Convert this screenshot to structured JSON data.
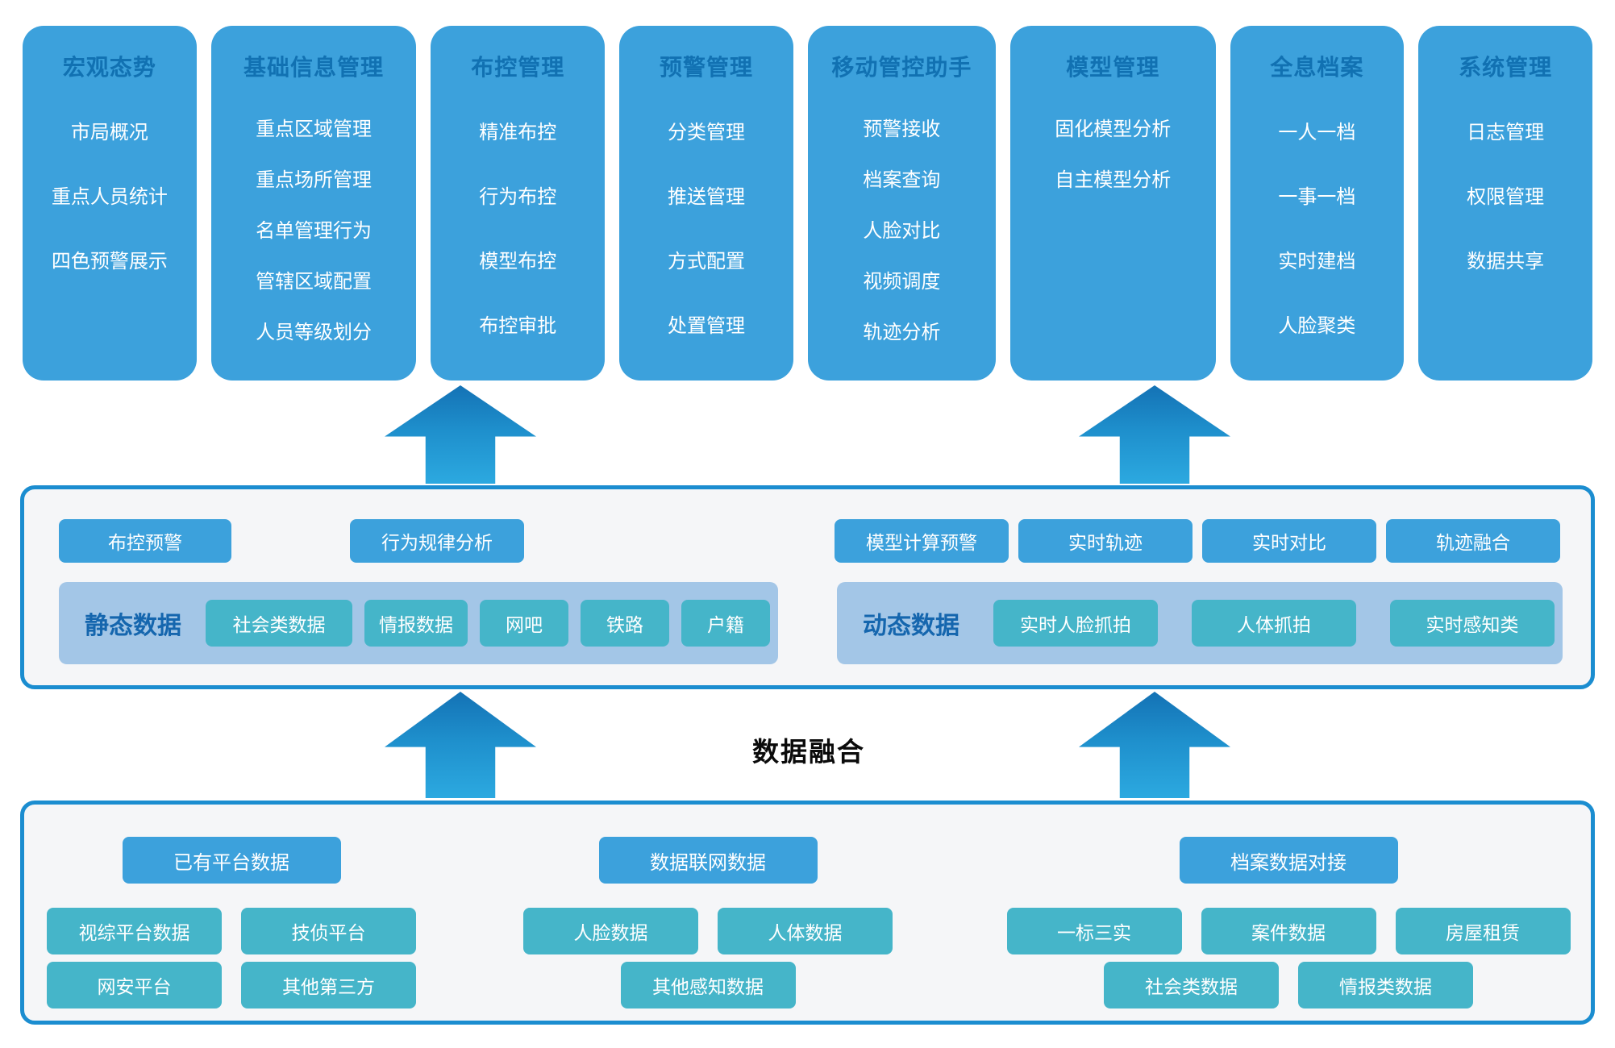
{
  "modules": [
    {
      "title": "宏观态势",
      "items": [
        "市局概况",
        "重点人员统计",
        "四色预警展示"
      ]
    },
    {
      "title": "基础信息管理",
      "items": [
        "重点区域管理",
        "重点场所管理",
        "名单管理行为",
        "管辖区域配置",
        "人员等级划分"
      ]
    },
    {
      "title": "布控管理",
      "items": [
        "精准布控",
        "行为布控",
        "模型布控",
        "布控审批"
      ]
    },
    {
      "title": "预警管理",
      "items": [
        "分类管理",
        "推送管理",
        "方式配置",
        "处置管理"
      ]
    },
    {
      "title": "移动管控助手",
      "items": [
        "预警接收",
        "档案查询",
        "人脸对比",
        "视频调度",
        "轨迹分析"
      ]
    },
    {
      "title": "模型管理",
      "items": [
        "固化模型分析",
        "自主模型分析"
      ]
    },
    {
      "title": "全息档案",
      "items": [
        "一人一档",
        "一事一档",
        "实时建档",
        "人脸聚类"
      ]
    },
    {
      "title": "系统管理",
      "items": [
        "日志管理",
        "权限管理",
        "数据共享"
      ]
    }
  ],
  "analysis_layer": {
    "left": {
      "buttons": [
        "布控预警",
        "行为规律分析"
      ],
      "band_label": "静态数据",
      "band_chips": [
        "社会类数据",
        "情报数据",
        "网吧",
        "铁路",
        "户籍"
      ]
    },
    "right": {
      "buttons": [
        "模型计算预警",
        "实时轨迹",
        "实时对比",
        "轨迹融合"
      ],
      "band_label": "动态数据",
      "band_chips": [
        "实时人脸抓拍",
        "人体抓拍",
        "实时感知类"
      ]
    }
  },
  "fusion_label": "数据融合",
  "source_layer": {
    "groups": [
      {
        "header": "已有平台数据",
        "rows": [
          [
            "视综平台数据",
            "技侦平台"
          ],
          [
            "网安平台",
            "其他第三方"
          ]
        ]
      },
      {
        "header": "数据联网数据",
        "rows": [
          [
            "人脸数据",
            "人体数据"
          ],
          [
            "其他感知数据"
          ]
        ]
      },
      {
        "header": "档案数据对接",
        "rows": [
          [
            "一标三实",
            "案件数据",
            "房屋租赁"
          ],
          [
            "社会类数据",
            "情报类数据"
          ]
        ]
      }
    ]
  },
  "colors": {
    "module_blue": "#3CA1DC",
    "title_blue": "#1171B2",
    "chip_teal": "#45B5C9",
    "band_blue": "#A3C6E7",
    "band_label_blue": "#1566AE",
    "box_border_blue": "#1B8DD0",
    "box_background": "#F5F6F8",
    "arrow_gradient_top": "#1472B5",
    "arrow_gradient_bottom": "#2CA9E0"
  }
}
